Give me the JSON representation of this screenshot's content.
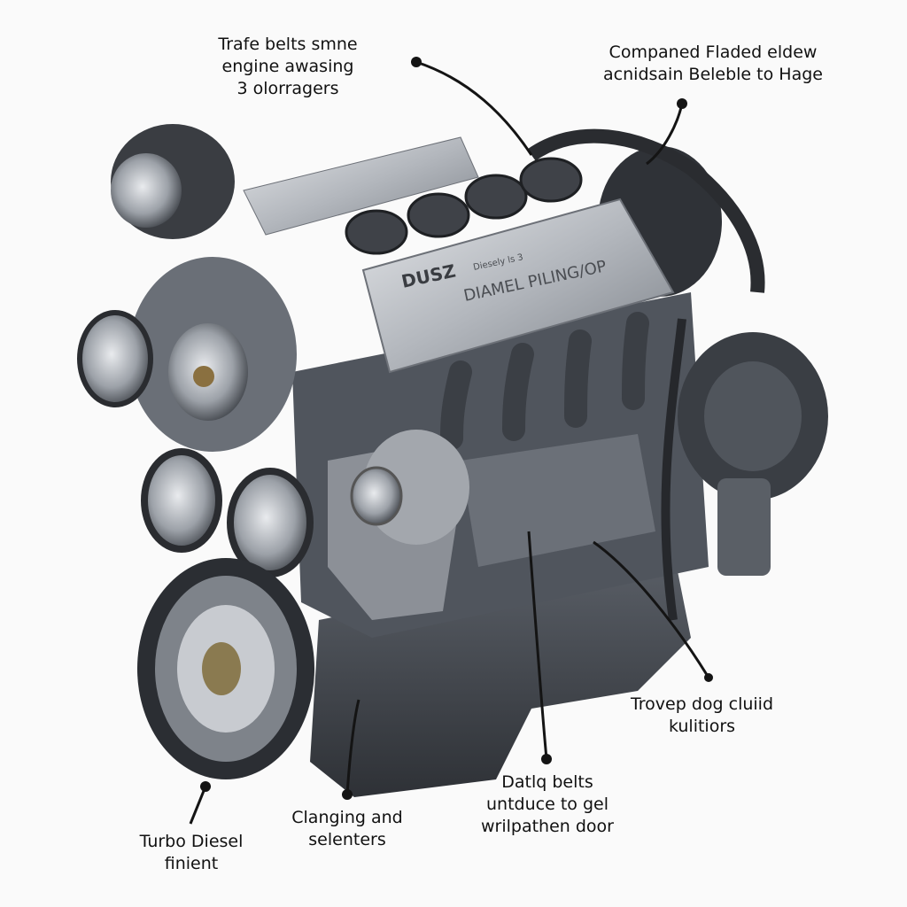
{
  "engine_lettering": {
    "brand": "DUSZ",
    "cover_text": "DIAMEL PILING/OP",
    "small_text": "Diesely ls 3"
  },
  "colors": {
    "background": "#fafafa",
    "metal_light": "#b8bcc2",
    "metal_dark": "#3c4046",
    "block": "#4a4f57",
    "text": "#111111"
  },
  "callouts": [
    {
      "lines": [
        "Trafe belts smne",
        "engine awasing",
        "3 olorragers"
      ]
    },
    {
      "lines": [
        "Companed Fladed eldew",
        "acnidsain Beleble to Hage"
      ]
    },
    {
      "lines": [
        "Trovep dog cluiid",
        "kulitiors"
      ]
    },
    {
      "lines": [
        "Datlq belts",
        "untduce to gel",
        "wrilpathen door"
      ]
    },
    {
      "lines": [
        "Clanging and",
        "selenters"
      ]
    },
    {
      "lines": [
        "Turbo Diesel",
        "finient"
      ]
    }
  ]
}
